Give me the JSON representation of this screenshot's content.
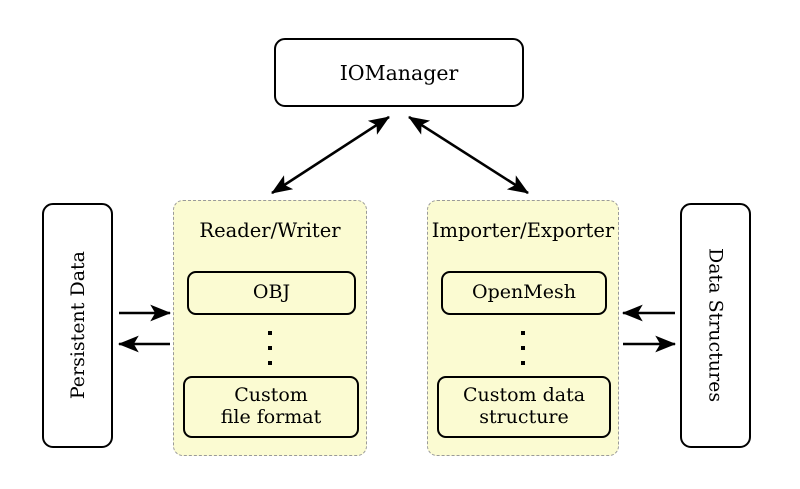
{
  "diagram": {
    "title_node": {
      "label": "IOManager"
    },
    "left_outer": {
      "label": "Persistent Data"
    },
    "right_outer": {
      "label": "Data Structures"
    },
    "panels": [
      {
        "name": "reader-writer",
        "title": "Reader/Writer",
        "items": [
          {
            "label": "OBJ"
          },
          {
            "label": "⋮"
          },
          {
            "label_line1": "Custom",
            "label_line2": "file format"
          }
        ]
      },
      {
        "name": "importer-exporter",
        "title": "Importer/Exporter",
        "items": [
          {
            "label": "OpenMesh"
          },
          {
            "label": "⋮"
          },
          {
            "label_line1": "Custom data",
            "label_line2": "structure"
          }
        ]
      }
    ],
    "connections": [
      {
        "name": "iomanager-to-reader-writer",
        "style": "double-headed"
      },
      {
        "name": "iomanager-to-importer-exporter",
        "style": "double-headed"
      },
      {
        "name": "persistent-data-to-reader-writer",
        "style": "single-right"
      },
      {
        "name": "reader-writer-to-persistent-data",
        "style": "single-left"
      },
      {
        "name": "data-structures-to-importer-exporter",
        "style": "single-left"
      },
      {
        "name": "importer-exporter-to-data-structures",
        "style": "single-right"
      }
    ],
    "colors": {
      "panel_fill": "#fbfbd2",
      "panel_border": "#9a9a9a",
      "node_border": "#000000",
      "background": "#ffffff"
    }
  }
}
